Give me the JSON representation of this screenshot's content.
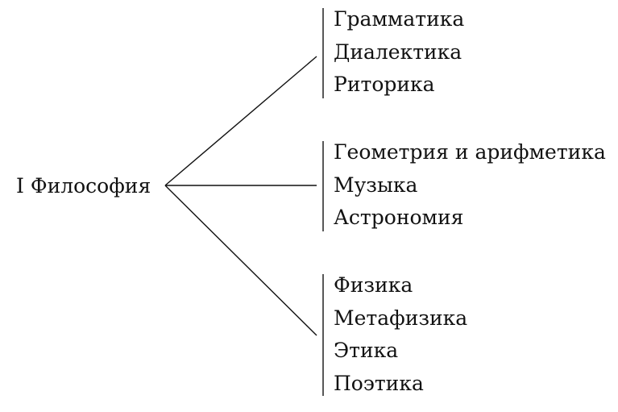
{
  "root": {
    "label": "I Философия"
  },
  "groups": [
    {
      "items": [
        "Грамматика",
        "Диалектика",
        "Риторика"
      ]
    },
    {
      "items": [
        "Геометрия и арифметика",
        "Музыка",
        "Астрономия"
      ]
    },
    {
      "items": [
        "Физика",
        "Метафизика",
        "Этика",
        "Поэтика"
      ]
    }
  ]
}
